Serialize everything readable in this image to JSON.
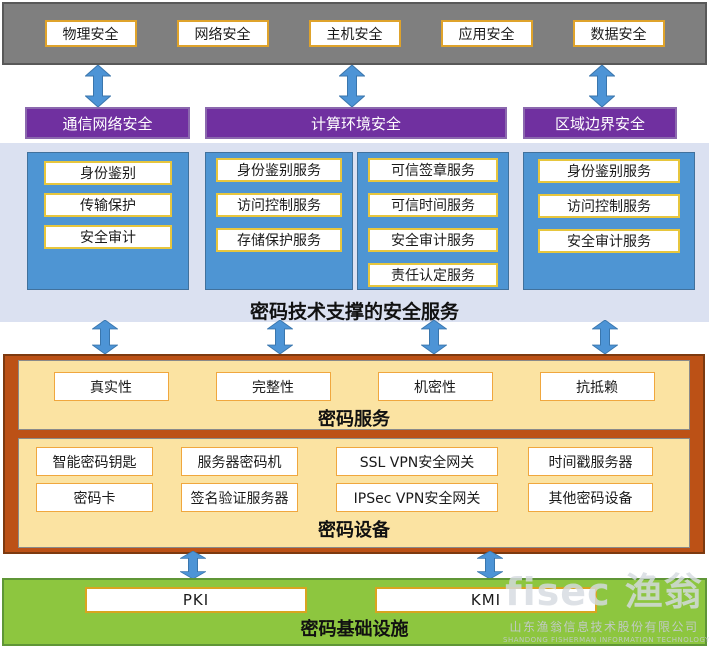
{
  "colors": {
    "gray_bar": "#7f7f7f",
    "purple_bar": "#7030a0",
    "lavender_band": "#dbe1f1",
    "blue_box": "#4e95d3",
    "brown_section": "#bc5116",
    "yellow_panel": "#fbe3a2",
    "green_section": "#8dc63f",
    "arrow_blue": "#4d94d6",
    "gold_border": "#dfa32b"
  },
  "top_bar": {
    "items": [
      "物理安全",
      "网络安全",
      "主机安全",
      "应用安全",
      "数据安全"
    ]
  },
  "layers": [
    {
      "title": "通信网络安全",
      "services": [
        "身份鉴别",
        "传输保护",
        "安全审计"
      ]
    },
    {
      "title": "计算环境安全",
      "columns": [
        [
          "身份鉴别服务",
          "访问控制服务",
          "存储保护服务"
        ],
        [
          "可信签章服务",
          "可信时间服务",
          "安全审计服务",
          "责任认定服务"
        ]
      ]
    },
    {
      "title": "区域边界安全",
      "services": [
        "身份鉴别服务",
        "访问控制服务",
        "安全审计服务"
      ]
    }
  ],
  "service_band": {
    "label": "密码技术支撑的安全服务"
  },
  "crypto_services": {
    "items": [
      "真实性",
      "完整性",
      "机密性",
      "抗抵赖"
    ],
    "label": "密码服务"
  },
  "crypto_devices": {
    "rows": [
      [
        "智能密码钥匙",
        "服务器密码机",
        "SSL VPN安全网关",
        "时间戳服务器"
      ],
      [
        "密码卡",
        "签名验证服务器",
        "IPSec VPN安全网关",
        "其他密码设备"
      ]
    ],
    "label": "密码设备"
  },
  "infrastructure": {
    "items": [
      "PKI",
      "KMI"
    ],
    "label": "密码基础设施"
  },
  "watermark": {
    "logo_en": "fisec",
    "logo_cn": "渔翁",
    "company_cn": "山东渔翁信息技术股份有限公司",
    "company_en": "SHANDONG FISHERMAN INFORMATION TECHNOLOGY CO.,LTD"
  }
}
